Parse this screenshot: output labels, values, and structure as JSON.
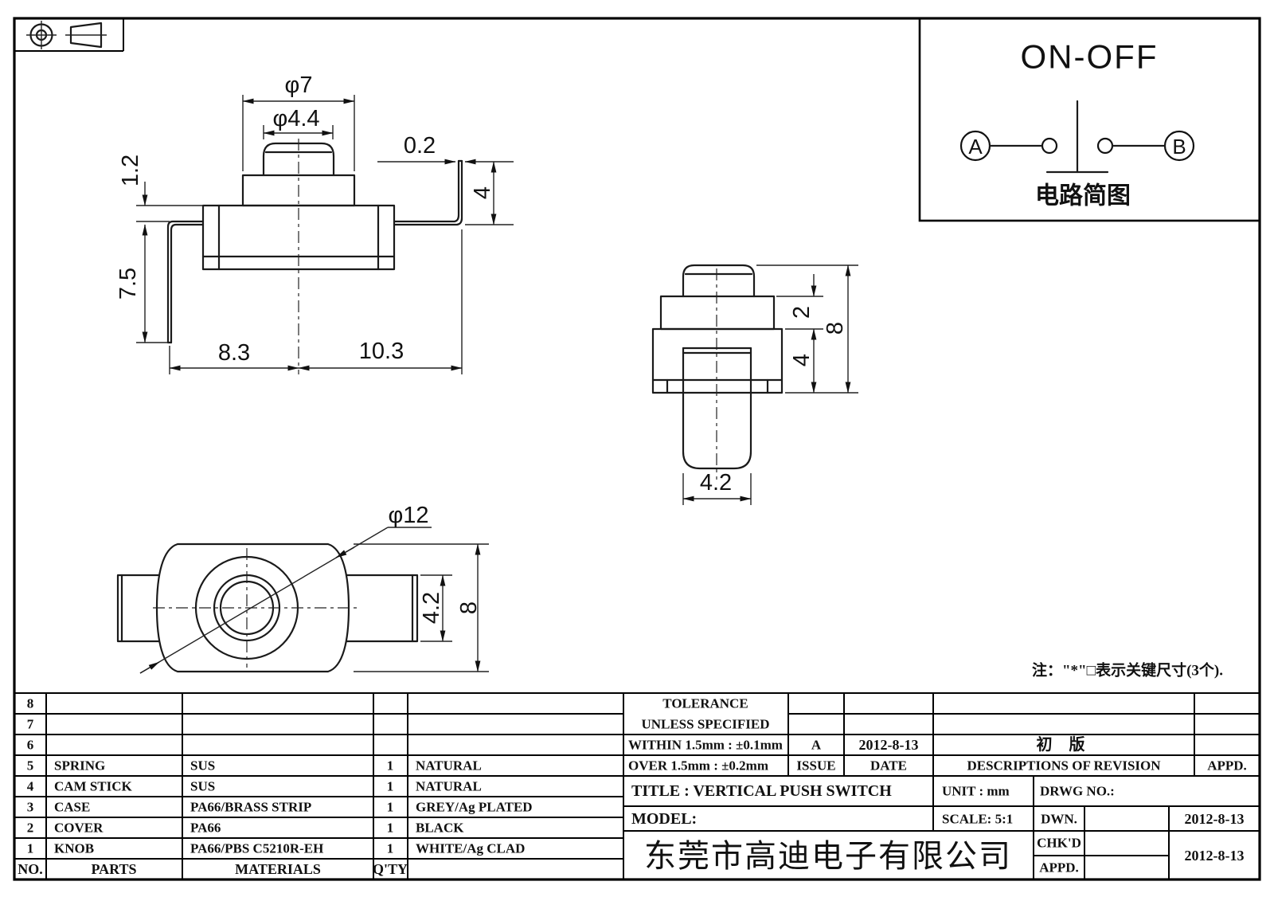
{
  "sheet": {
    "kind": "engineering-drawing"
  },
  "circuit": {
    "title": "ON-OFF",
    "terminal_a": "A",
    "terminal_b": "B",
    "caption": "电路简图"
  },
  "note": {
    "text": "注：\"*\"□表示关键尺寸(3个)."
  },
  "dimensions": {
    "front": {
      "knob_outer_dia": "φ7",
      "knob_top_dia": "φ4.4",
      "terminal_thickness": "0.2",
      "terminal_height": "4",
      "case_top_offset": "1.2",
      "terminal_length": "7.5",
      "left_span": "8.3",
      "right_span": "10.3"
    },
    "side": {
      "cover_height": "2",
      "case_height": "4",
      "total_height": "8",
      "terminal_width": "4.2"
    },
    "bottom": {
      "body_dia": "φ12",
      "terminal_width": "4.2",
      "body_height": "8"
    }
  },
  "parts_table": {
    "headers": {
      "no": "NO.",
      "parts": "PARTS",
      "materials": "MATERIALS",
      "qty": "Q'TY"
    },
    "rows": [
      {
        "no": "8",
        "parts": "",
        "materials": "",
        "qty": "",
        "color": ""
      },
      {
        "no": "7",
        "parts": "",
        "materials": "",
        "qty": "",
        "color": ""
      },
      {
        "no": "6",
        "parts": "",
        "materials": "",
        "qty": "",
        "color": ""
      },
      {
        "no": "5",
        "parts": "SPRING",
        "materials": "SUS",
        "qty": "1",
        "color": "NATURAL"
      },
      {
        "no": "4",
        "parts": "CAM STICK",
        "materials": "SUS",
        "qty": "1",
        "color": "NATURAL"
      },
      {
        "no": "3",
        "parts": "CASE",
        "materials": "PA66/BRASS STRIP",
        "qty": "1",
        "color": "GREY/Ag PLATED"
      },
      {
        "no": "2",
        "parts": "COVER",
        "materials": "PA66",
        "qty": "1",
        "color": "BLACK"
      },
      {
        "no": "1",
        "parts": "KNOB",
        "materials": "PA66/PBS C5210R-EH",
        "qty": "1",
        "color": "WHITE/Ag CLAD"
      }
    ]
  },
  "tolerance_block": {
    "title": "TOLERANCE",
    "subtitle": "UNLESS  SPECIFIED",
    "within": "WITHIN 1.5mm : ±0.1mm",
    "over": "OVER 1.5mm : ±0.2mm",
    "issue_value": "A",
    "date_value": "2012-8-13",
    "issue_label": "ISSUE",
    "date_label": "DATE",
    "revision_desc": "初 版",
    "desc_label": "DESCRIPTIONS OF REVISION",
    "appd_label": "APPD."
  },
  "title_block": {
    "title": "TITLE :  VERTICAL PUSH SWITCH",
    "unit": "UNIT :  mm",
    "drwg": "DRWG NO.:",
    "model": "MODEL:",
    "scale": "SCALE:  5:1",
    "dwn_label": "DWN.",
    "chkd_label": "CHK'D",
    "appd_label": "APPD.",
    "dwn_date": "2012-8-13",
    "chkd_date": "2012-8-13",
    "company": "东莞市高迪电子有限公司"
  }
}
